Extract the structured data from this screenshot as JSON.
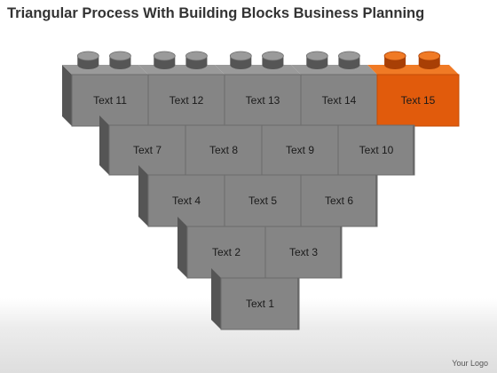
{
  "title": "Triangular Process With Building Blocks Business Planning",
  "footer_logo": "Your Logo",
  "colors": {
    "block_face": "#858585",
    "block_side": "#555555",
    "block_top": "#9a9a9a",
    "accent_face": "#e15b0c",
    "accent_side": "#a83f05",
    "accent_top": "#f07a25",
    "label_text": "#1a1a1a"
  },
  "rows": [
    {
      "row": "top",
      "blocks": [
        {
          "label": "Text 11"
        },
        {
          "label": "Text 12"
        },
        {
          "label": "Text 13"
        },
        {
          "label": "Text 14"
        },
        {
          "label": "Text 15",
          "highlight": true
        }
      ]
    },
    {
      "row": "second",
      "blocks": [
        {
          "label": "Text 7"
        },
        {
          "label": "Text 8"
        },
        {
          "label": "Text 9"
        },
        {
          "label": "Text 10"
        }
      ]
    },
    {
      "row": "third",
      "blocks": [
        {
          "label": "Text 4"
        },
        {
          "label": "Text 5"
        },
        {
          "label": "Text 6"
        }
      ]
    },
    {
      "row": "fourth",
      "blocks": [
        {
          "label": "Text 2"
        },
        {
          "label": "Text 3"
        }
      ]
    },
    {
      "row": "bottom",
      "blocks": [
        {
          "label": "Text 1"
        }
      ]
    }
  ]
}
